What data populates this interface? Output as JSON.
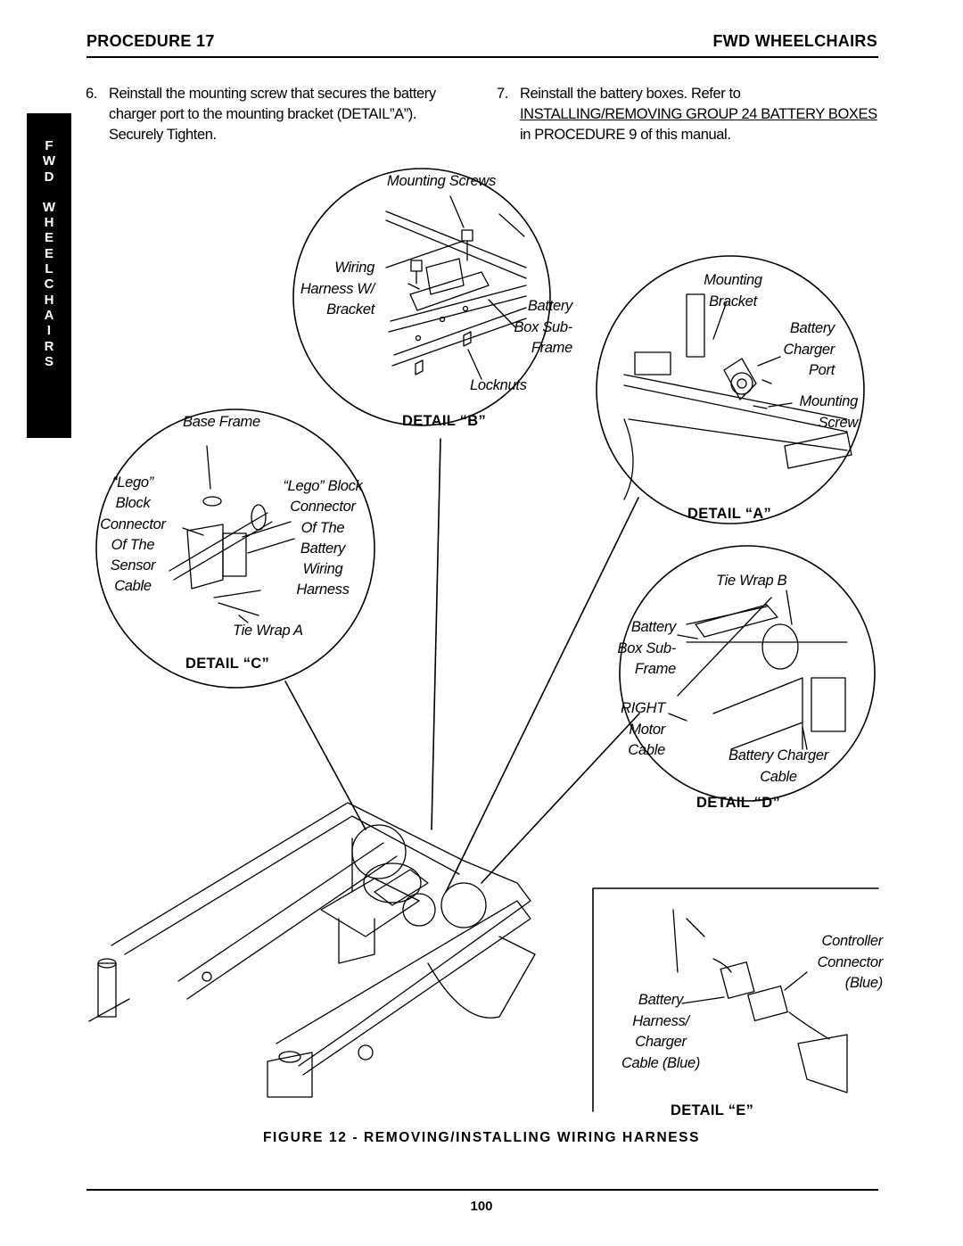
{
  "header": {
    "procedure": "PROCEDURE 17",
    "section": "FWD WHEELCHAIRS"
  },
  "side_tab": [
    "F",
    "W",
    "D",
    " ",
    "W",
    "H",
    "E",
    "E",
    "L",
    "C",
    "H",
    "A",
    "I",
    "R",
    "S"
  ],
  "steps": {
    "step6": {
      "number": "6.",
      "text": "Reinstall the mounting screw that secures the battery charger port to the mounting bracket (DETAIL”A”). Securely Tighten."
    },
    "step7": {
      "number": "7.",
      "text_before": "Reinstall the battery boxes. Refer to ",
      "link": "INSTALLING/REMOVING GROUP 24 BATTERY BOXES",
      "text_after": " in PROCEDURE 9 of this manual."
    }
  },
  "detail_b": {
    "title": "DETAIL “B”",
    "mounting_screws": "Mounting Screws",
    "wiring_1": "Wiring",
    "wiring_2": "Harness W/",
    "wiring_3": "Bracket",
    "subframe_1": "Battery",
    "subframe_2": "Box Sub-",
    "subframe_3": "Frame",
    "locknuts": "Locknuts"
  },
  "detail_a": {
    "title": "DETAIL “A”",
    "bracket_1": "Mounting",
    "bracket_2": "Bracket",
    "port_1": "Battery",
    "port_2": "Charger",
    "port_3": "Port",
    "screw_1": "Mounting",
    "screw_2": "Screw"
  },
  "detail_c": {
    "title": "DETAIL “C”",
    "base_frame": "Base Frame",
    "sensor_1": "“Lego”",
    "sensor_2": "Block",
    "sensor_3": "Connector",
    "sensor_4": "Of The",
    "sensor_5": "Sensor",
    "sensor_6": "Cable",
    "battery_1": "“Lego” Block",
    "battery_2": "Connector",
    "battery_3": "Of The",
    "battery_4": "Battery",
    "battery_5": "Wiring",
    "battery_6": "Harness",
    "tie_wrap": "Tie Wrap A"
  },
  "detail_d": {
    "title": "DETAIL “D”",
    "tie_wrap": "Tie Wrap B",
    "subframe_1": "Battery",
    "subframe_2": "Box Sub-",
    "subframe_3": "Frame",
    "motor_1": "RIGHT",
    "motor_2": "Motor",
    "motor_3": "Cable",
    "charger_1": "Battery Charger",
    "charger_2": "Cable"
  },
  "detail_e": {
    "title": "DETAIL “E”",
    "controller_1": "Controller",
    "controller_2": "Connector",
    "controller_3": "(Blue)",
    "harness_1": "Battery",
    "harness_2": "Harness/",
    "harness_3": "Charger",
    "harness_4": "Cable (Blue)"
  },
  "figure_caption": "FIGURE 12 - REMOVING/INSTALLING WIRING HARNESS",
  "page_number": "100"
}
